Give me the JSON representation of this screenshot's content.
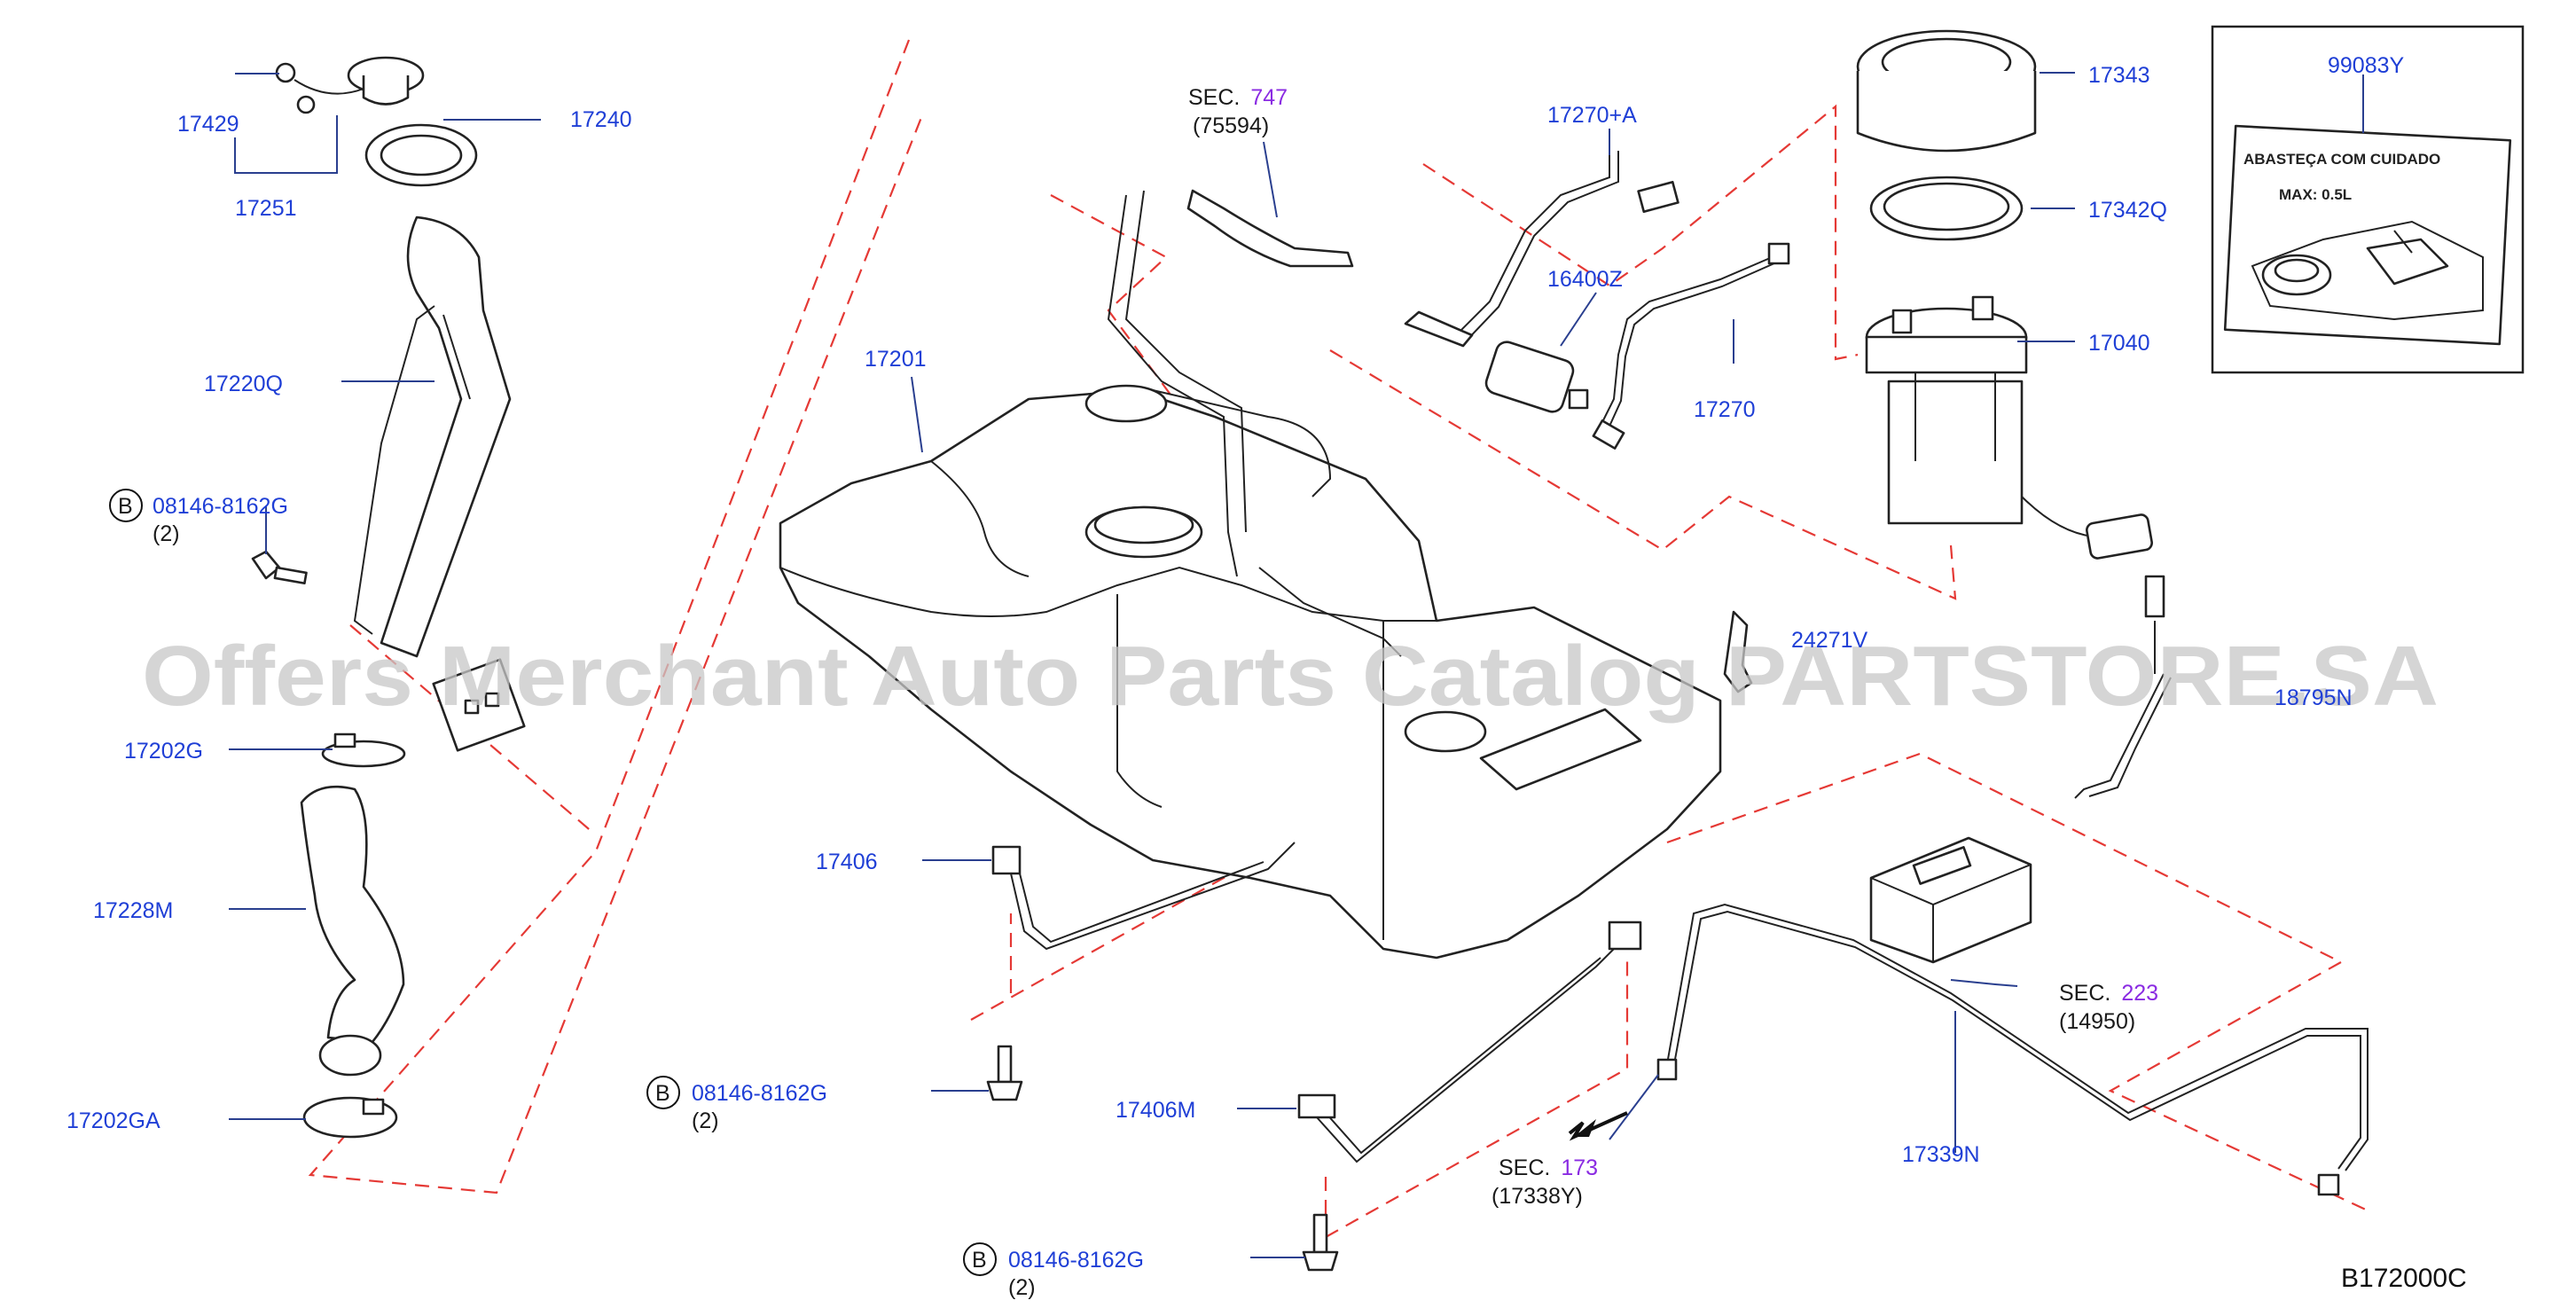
{
  "watermark": "Offers Merchant Auto Parts Catalog PARTSTORE.SA",
  "diagram_code": "B172000C",
  "callouts": {
    "p17429": "17429",
    "p17240": "17240",
    "p17251": "17251",
    "p17220q": "17220Q",
    "p17202g": "17202G",
    "p17228m": "17228M",
    "p17202ga": "17202GA",
    "p17201": "17201",
    "p17406": "17406",
    "p17406m": "17406M",
    "p17270a": "17270+A",
    "p16400z": "16400Z",
    "p17270": "17270",
    "p17343": "17343",
    "p17342q": "17342Q",
    "p17040": "17040",
    "p99083y": "99083Y",
    "p24271v": "24271V",
    "p18795n": "18795N",
    "p17339n": "17339N"
  },
  "bolts": [
    {
      "badge": "B",
      "part": "08146-8162G",
      "qty": "(2)"
    },
    {
      "badge": "B",
      "part": "08146-8162G",
      "qty": "(2)"
    },
    {
      "badge": "B",
      "part": "08146-8162G",
      "qty": "(2)"
    }
  ],
  "sections": [
    {
      "prefix": "SEC.",
      "num": "747",
      "sub": "(75594)"
    },
    {
      "prefix": "SEC.",
      "num": "223",
      "sub": "(14950)"
    },
    {
      "prefix": "SEC.",
      "num": "173",
      "sub": "(17338Y)"
    }
  ],
  "caution_label": {
    "title": "ABASTEÇA COM CUIDADO",
    "max": "MAX: 0.5L"
  }
}
